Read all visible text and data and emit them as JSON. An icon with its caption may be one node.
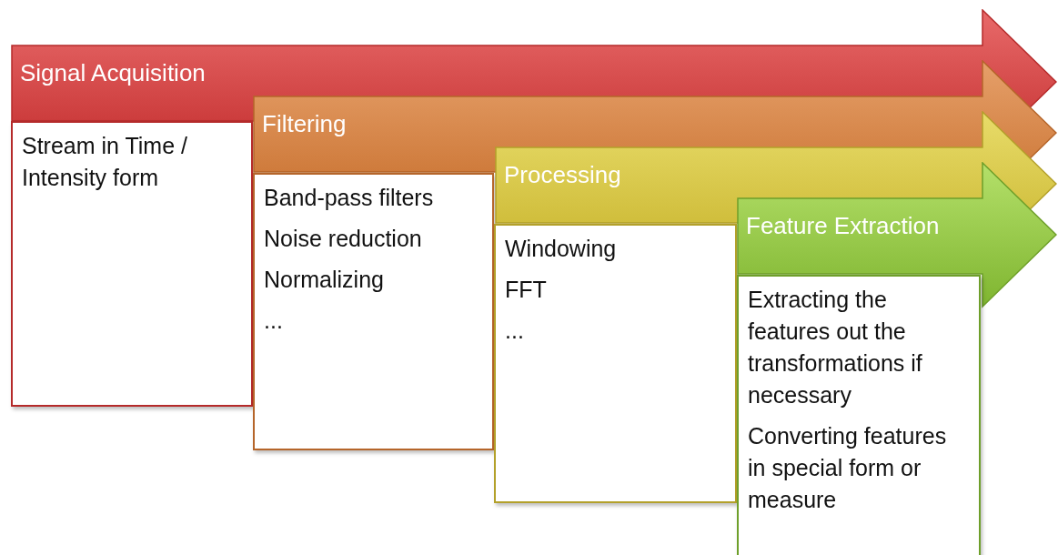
{
  "diagram": {
    "nodes": [
      {
        "text": [
          "Signal Acquisition"
        ]
      },
      {
        "text": [
          "Stream in Time / Intensity form"
        ]
      },
      {
        "text": [
          "Filtering"
        ]
      },
      {
        "text": [
          "Band-pass filters",
          "Noise reduction",
          "Normalizing",
          "..."
        ]
      },
      {
        "text": [
          "Processing"
        ]
      },
      {
        "text": [
          "Windowing",
          "FFT",
          "..."
        ]
      },
      {
        "text": [
          "Feature Extraction"
        ]
      },
      {
        "text": [
          "Extracting the features out the transformations if necessary",
          "Converting features in special form or measure"
        ]
      }
    ]
  }
}
